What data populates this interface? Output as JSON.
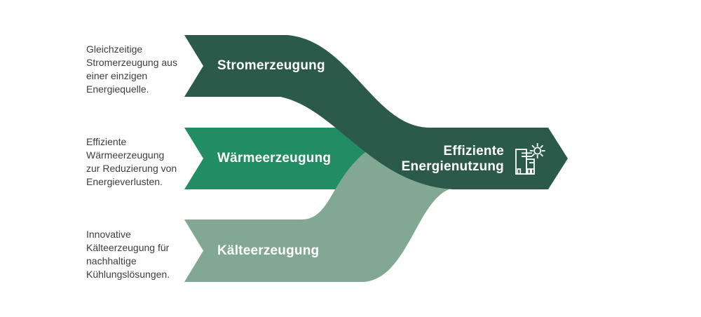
{
  "diagram": {
    "background_color": "#ffffff",
    "colors": {
      "dark_green": "#2b5a4b",
      "green": "#228c64",
      "sage": "#82a894",
      "text_gray": "#3d3d3d",
      "label_white": "#ffffff"
    },
    "flows": [
      {
        "label": "Stromerzeugung",
        "description": "Gleichzeitige\nStromerzeugung aus\neiner einzigen\nEnergiequelle."
      },
      {
        "label": "Wärmeerzeugung",
        "description": "Effiziente\nWärmeerzeugung\nzur Reduzierung von\nEnergieverlusten."
      },
      {
        "label": "Kälteerzeugung",
        "description": "Innovative\nKälteerzeugung für\nnachhaltige\nKühlungslösungen."
      }
    ],
    "result": {
      "label": "Effiziente\nEnergienutzung",
      "icon": "building-sun-icon"
    }
  }
}
